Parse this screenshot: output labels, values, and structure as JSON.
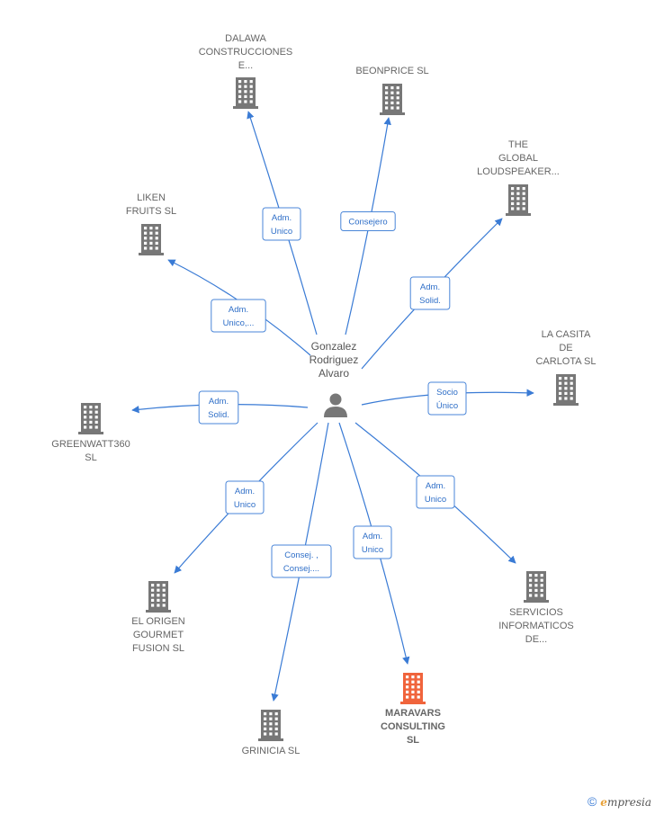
{
  "center": {
    "name_lines": [
      "Gonzalez",
      "Rodriguez",
      "Alvaro"
    ],
    "icon": "person-icon"
  },
  "companies": [
    {
      "id": "dalawa",
      "name_lines": [
        "DALAWA",
        "CONSTRUCCIONES",
        "E..."
      ],
      "role_lines": [
        "Adm.",
        "Unico"
      ],
      "highlight": false
    },
    {
      "id": "beonprice",
      "name_lines": [
        "BEONPRICE SL"
      ],
      "role_lines": [
        "Consejero"
      ],
      "highlight": false
    },
    {
      "id": "global-loudspeaker",
      "name_lines": [
        "THE",
        "GLOBAL",
        "LOUDSPEAKER..."
      ],
      "role_lines": [
        "Adm.",
        "Solid."
      ],
      "highlight": false
    },
    {
      "id": "liken-fruits",
      "name_lines": [
        "LIKEN",
        "FRUITS  SL"
      ],
      "role_lines": [
        "Adm.",
        "Unico,..."
      ],
      "highlight": false
    },
    {
      "id": "casita-carlota",
      "name_lines": [
        "LA CASITA",
        "DE",
        "CARLOTA SL"
      ],
      "role_lines": [
        "Socio",
        "Único"
      ],
      "highlight": false
    },
    {
      "id": "greenwatt360",
      "name_lines": [
        "GREENWATT360",
        "SL"
      ],
      "role_lines": [
        "Adm.",
        "Solid."
      ],
      "highlight": false
    },
    {
      "id": "el-origen",
      "name_lines": [
        "EL ORIGEN",
        "GOURMET",
        "FUSION  SL"
      ],
      "role_lines": [
        "Adm.",
        "Unico"
      ],
      "highlight": false
    },
    {
      "id": "grinicia",
      "name_lines": [
        "GRINICIA  SL"
      ],
      "role_lines": [
        "Consej. ,",
        "Consej...."
      ],
      "highlight": false
    },
    {
      "id": "maravars",
      "name_lines": [
        "MARAVARS",
        "CONSULTING",
        "SL"
      ],
      "role_lines": [
        "Adm.",
        "Unico"
      ],
      "highlight": true
    },
    {
      "id": "servicios-informaticos",
      "name_lines": [
        "SERVICIOS",
        "INFORMATICOS",
        "DE..."
      ],
      "role_lines": [
        "Adm.",
        "Unico"
      ],
      "highlight": false
    }
  ],
  "colors": {
    "edge": "#3a7bd5",
    "building": "#777777",
    "building_highlight": "#f0643c",
    "person": "#777777"
  },
  "footer": {
    "copyright_symbol": "©",
    "brand_initial": "e",
    "brand_rest": "mpresia"
  }
}
